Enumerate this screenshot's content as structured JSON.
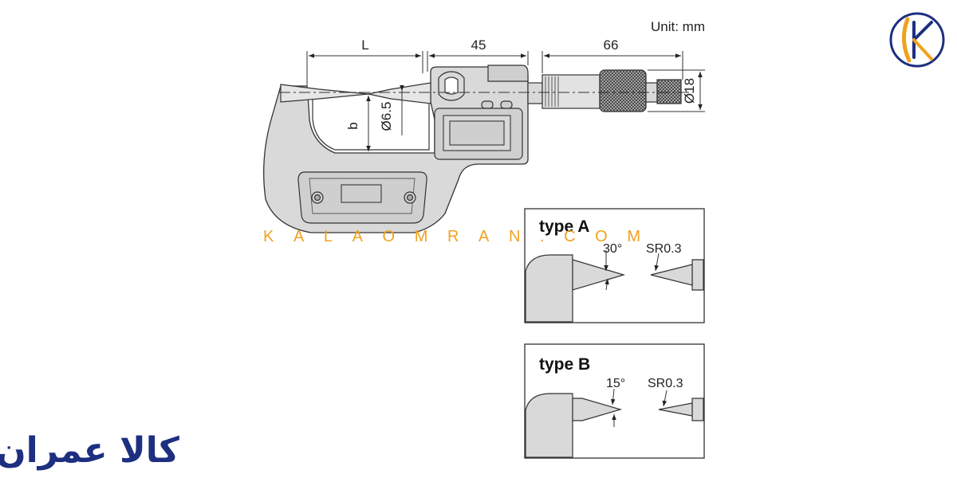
{
  "unit_label": "Unit: mm",
  "dimensions": {
    "length": "L",
    "body_width": "45",
    "thimble_length": "66",
    "depth": "b",
    "anvil_diameter": "Ø6.5",
    "thimble_diameter": "Ø18"
  },
  "detail_a": {
    "title": "type A",
    "angle": "30°",
    "radius": "SR0.3"
  },
  "detail_b": {
    "title": "type B",
    "angle": "15°",
    "radius": "SR0.3"
  },
  "watermark": "KALAOMRAN.COM",
  "brand_logo_text": "کالا عمران",
  "colors": {
    "watermark": "#f0a21f",
    "logo_blue": "#1d2f80",
    "logo_orange": "#f0a21f",
    "body_fill": "#d9d9d9",
    "line": "#333333"
  },
  "icons": [
    "brand-emblem-icon"
  ]
}
